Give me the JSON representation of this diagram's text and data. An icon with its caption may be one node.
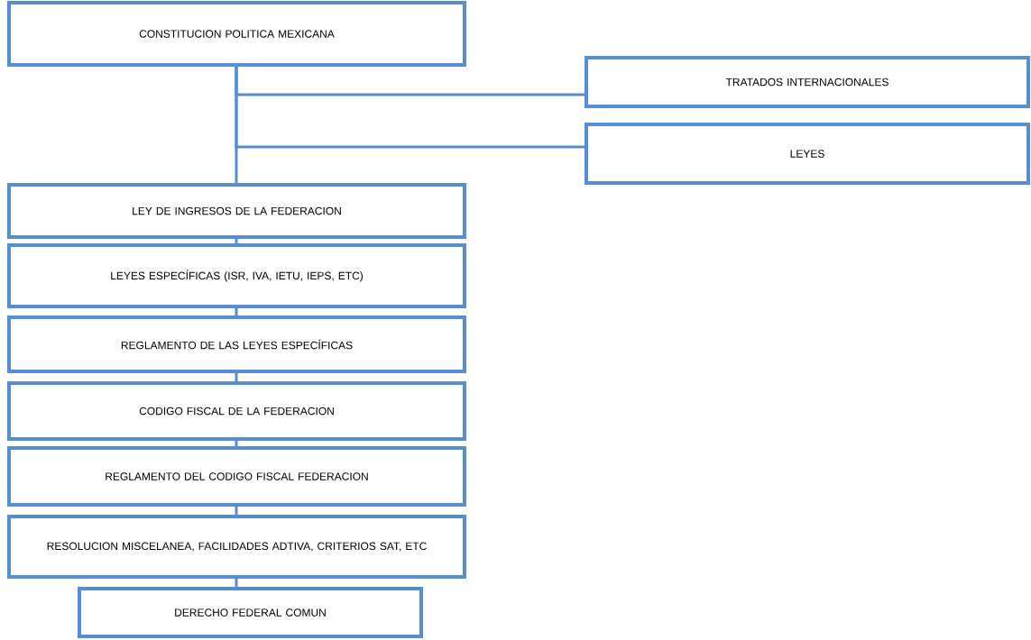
{
  "diagram": {
    "nodes": [
      {
        "text": [
          "CONSTITUCION POLITICA MEXICANA"
        ]
      },
      {
        "text": [
          "TRATADOS INTERNACIONALES"
        ]
      },
      {
        "text": [
          "LEYES"
        ]
      },
      {
        "text": [
          "LEY DE INGRESOS DE LA FEDERACION"
        ]
      },
      {
        "text": [
          "LEYES ESPECÍFICAS (ISR, IVA, IETU, IEPS, ETC)"
        ]
      },
      {
        "text": [
          "REGLAMENTO DE LAS LEYES ESPECÍFICAS"
        ]
      },
      {
        "text": [
          "CODIGO FISCAL DE LA FEDERACION"
        ]
      },
      {
        "text": [
          "REGLAMENTO DEL CODIGO FISCAL FEDERACION"
        ]
      },
      {
        "text": [
          "RESOLUCION MISCELANEA, FACILIDADES ADTIVA, CRITERIOS SAT, ETC"
        ]
      },
      {
        "text": [
          "DERECHO FEDERAL COMUN"
        ]
      }
    ],
    "edges": [
      {
        "from": 0,
        "to": 1,
        "arrow": "none"
      },
      {
        "from": 0,
        "to": 2,
        "arrow": "none"
      },
      {
        "from": 0,
        "to": 3,
        "arrow": "none"
      },
      {
        "from": 3,
        "to": 4,
        "arrow": "none"
      },
      {
        "from": 4,
        "to": 5,
        "arrow": "none"
      },
      {
        "from": 5,
        "to": 6,
        "arrow": "none"
      },
      {
        "from": 6,
        "to": 7,
        "arrow": "none"
      },
      {
        "from": 7,
        "to": 8,
        "arrow": "none"
      },
      {
        "from": 8,
        "to": 9,
        "arrow": "none"
      }
    ]
  }
}
